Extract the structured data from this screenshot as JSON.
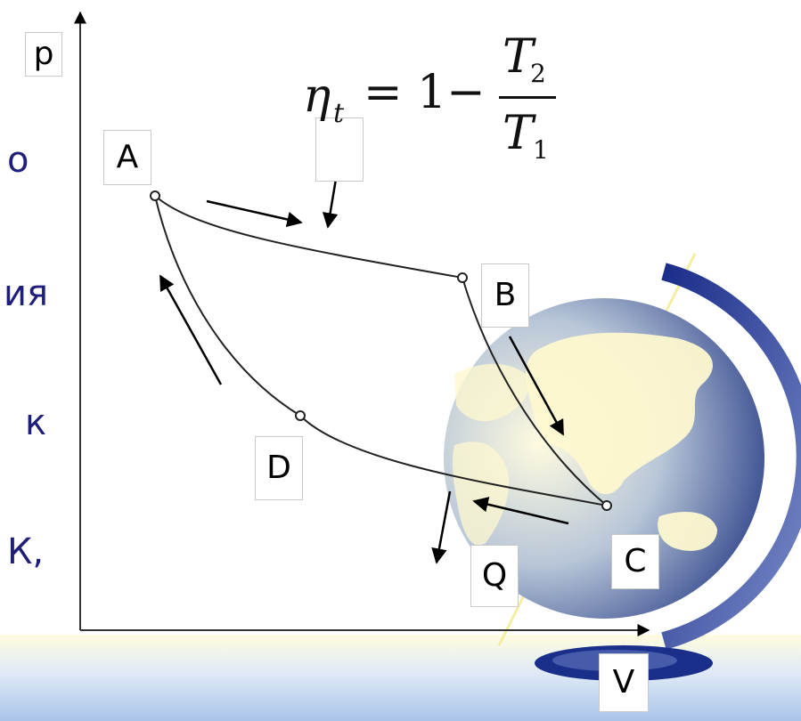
{
  "slide_fragments": [
    "о",
    "ия",
    "к",
    "К,"
  ],
  "axes": {
    "y_label": "p",
    "x_label": "V"
  },
  "points": {
    "a": "A",
    "b": "B",
    "c": "C",
    "d": "D"
  },
  "heat_label": "Q",
  "formula": {
    "eta": "η",
    "subscript": "t",
    "equals_one_minus": "= 1−",
    "numerator": "T",
    "numerator_sub": "2",
    "denominator": "T",
    "denominator_sub": "1"
  },
  "colors": {
    "ink": "#1f1f7a",
    "globe_dark": "#10237a",
    "globe_light": "#fbf6c4"
  },
  "icons": [
    "globe-icon"
  ]
}
